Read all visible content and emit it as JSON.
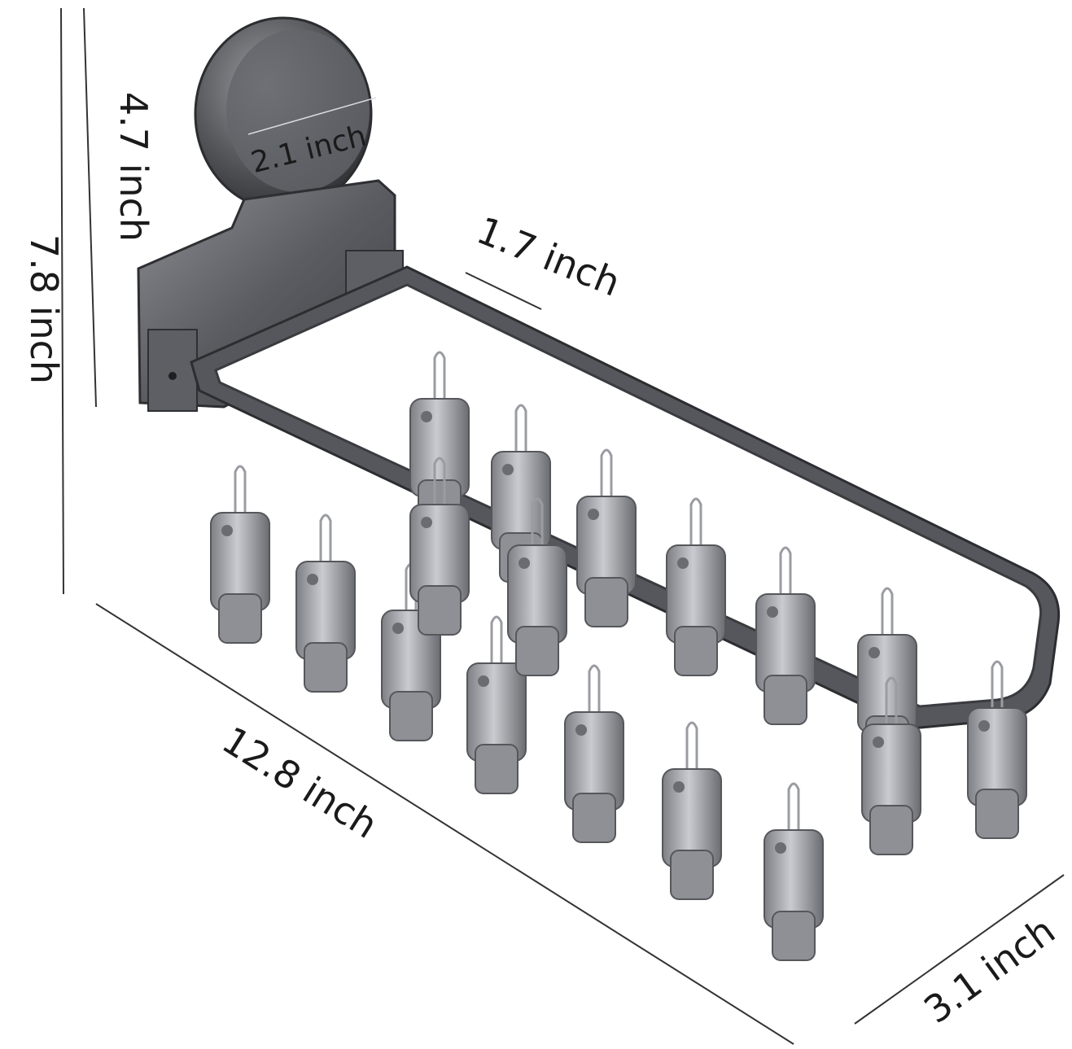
{
  "image": {
    "subject": "Wall-mounted rectangular clothes-drying rack with suction cup and hanging clips",
    "clip_count": 17
  },
  "dimensions": {
    "total_height": "7.8 inch",
    "mount_height": "4.7 inch",
    "suction_diameter": "2.1 inch",
    "depth": "1.7 inch",
    "length": "12.8 inch",
    "width": "3.1 inch"
  },
  "colors": {
    "metal_dark": "#4a4b4f",
    "metal_mid": "#6e7075",
    "metal_light": "#a9abb0",
    "clip_light": "#b8babf"
  }
}
